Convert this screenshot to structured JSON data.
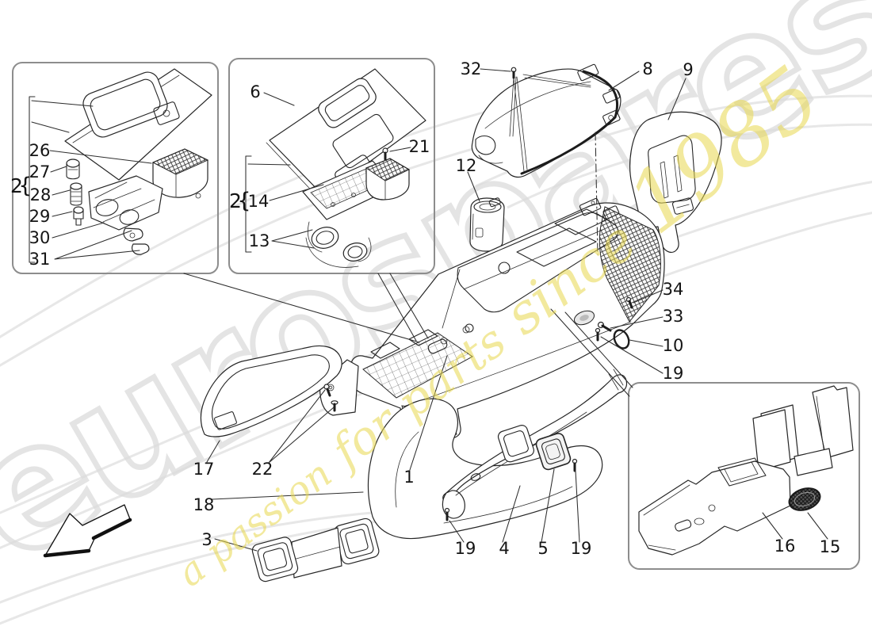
{
  "watermark": {
    "brand": "eurospares",
    "tagline": [
      "a passion",
      "for parts",
      "since",
      "1985"
    ],
    "brand_color": "#dcdcdc",
    "tagline_color": "#e8d84e"
  },
  "diagram": {
    "brace": "{",
    "line_color": "#262626",
    "inset_border_color": "#8d8d8d"
  },
  "callouts": [
    {
      "label": "2"
    },
    {
      "label": "26"
    },
    {
      "label": "27"
    },
    {
      "label": "28"
    },
    {
      "label": "29"
    },
    {
      "label": "30"
    },
    {
      "label": "31"
    },
    {
      "label": "6"
    },
    {
      "label": "21"
    },
    {
      "label": "2"
    },
    {
      "label": "14"
    },
    {
      "label": "13"
    },
    {
      "label": "32"
    },
    {
      "label": "8"
    },
    {
      "label": "9"
    },
    {
      "label": "12"
    },
    {
      "label": "34"
    },
    {
      "label": "33"
    },
    {
      "label": "10"
    },
    {
      "label": "19"
    },
    {
      "label": "1"
    },
    {
      "label": "17"
    },
    {
      "label": "22"
    },
    {
      "label": "18"
    },
    {
      "label": "3"
    },
    {
      "label": "19"
    },
    {
      "label": "4"
    },
    {
      "label": "5"
    },
    {
      "label": "19"
    },
    {
      "label": "16"
    },
    {
      "label": "15"
    }
  ]
}
